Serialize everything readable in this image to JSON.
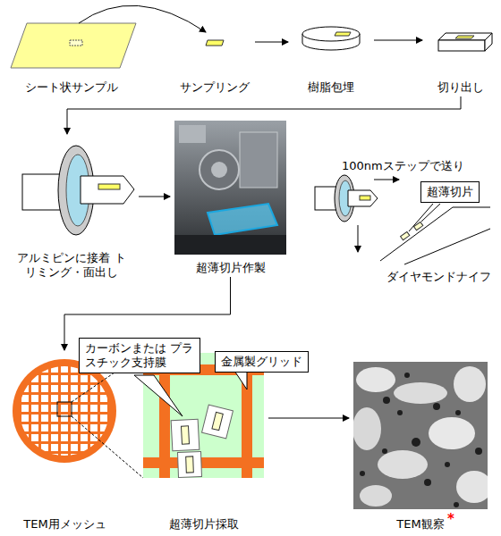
{
  "diagram": {
    "nodes": [
      {
        "text": [
          "シート状サンプル"
        ]
      },
      {
        "text": [
          "サンプリング"
        ]
      },
      {
        "text": [
          "樹脂包埋"
        ]
      },
      {
        "text": [
          "切り出し"
        ]
      },
      {
        "text": [
          "アルミピンに接着 トリミング・面出し"
        ]
      },
      {
        "text": [
          "超薄切片作製"
        ]
      },
      {
        "text": [
          "超薄切片"
        ]
      },
      {
        "text": [
          "TEM用メッシュ"
        ]
      },
      {
        "text": [
          "カーボンまたは プラスチック支持膜"
        ]
      },
      {
        "text": [
          "金属製グリッド"
        ]
      },
      {
        "text": [
          "超薄切片採取"
        ]
      },
      {
        "text": [
          "TEM観察"
        ]
      }
    ],
    "edges": [
      {
        "from": 0,
        "to": 1,
        "arrow": "to"
      },
      {
        "from": 1,
        "to": 2,
        "arrow": "to"
      },
      {
        "from": 2,
        "to": 3,
        "arrow": "to"
      },
      {
        "from": 3,
        "to": 4,
        "arrow": "to"
      },
      {
        "from": 4,
        "to": 5,
        "arrow": "to"
      },
      {
        "from": 5,
        "to": 7,
        "arrow": "to"
      },
      {
        "from": 10,
        "to": 11,
        "arrow": "to"
      }
    ],
    "labels": [
      "100nmステップで送り",
      "ダイヤモンドナイフ",
      "*"
    ]
  }
}
